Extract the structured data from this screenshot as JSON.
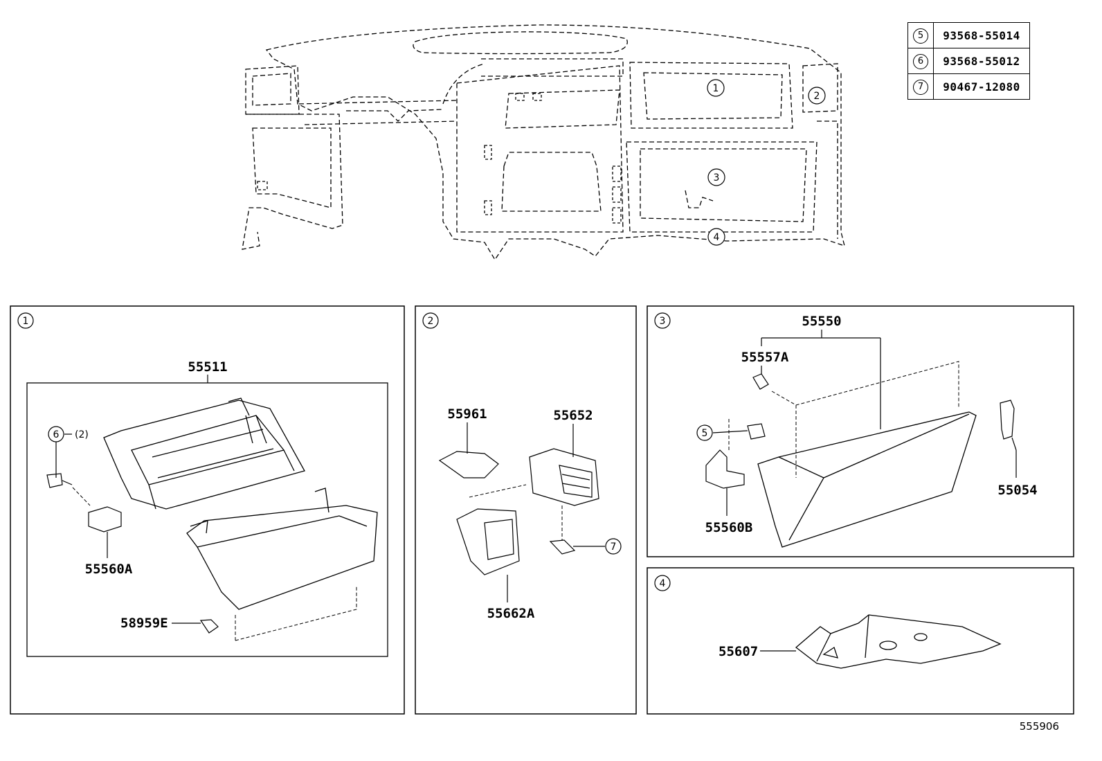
{
  "legend": [
    {
      "ref": "5",
      "part": "93568-55014"
    },
    {
      "ref": "6",
      "part": "93568-55012"
    },
    {
      "ref": "7",
      "part": "90467-12080"
    }
  ],
  "overview_callouts": [
    "1",
    "2",
    "3",
    "4"
  ],
  "panels": [
    {
      "ref": "1",
      "parts": [
        "55511",
        "55560A",
        "58959E"
      ],
      "fastener": "6",
      "qty": "(2)"
    },
    {
      "ref": "2",
      "parts": [
        "55961",
        "55652",
        "55662A"
      ],
      "fastener": "7"
    },
    {
      "ref": "3",
      "parts": [
        "55550",
        "55557A",
        "55560B",
        "55054"
      ],
      "fastener": "5"
    },
    {
      "ref": "4",
      "parts": [
        "55607"
      ]
    }
  ],
  "diagram_code": "555906"
}
